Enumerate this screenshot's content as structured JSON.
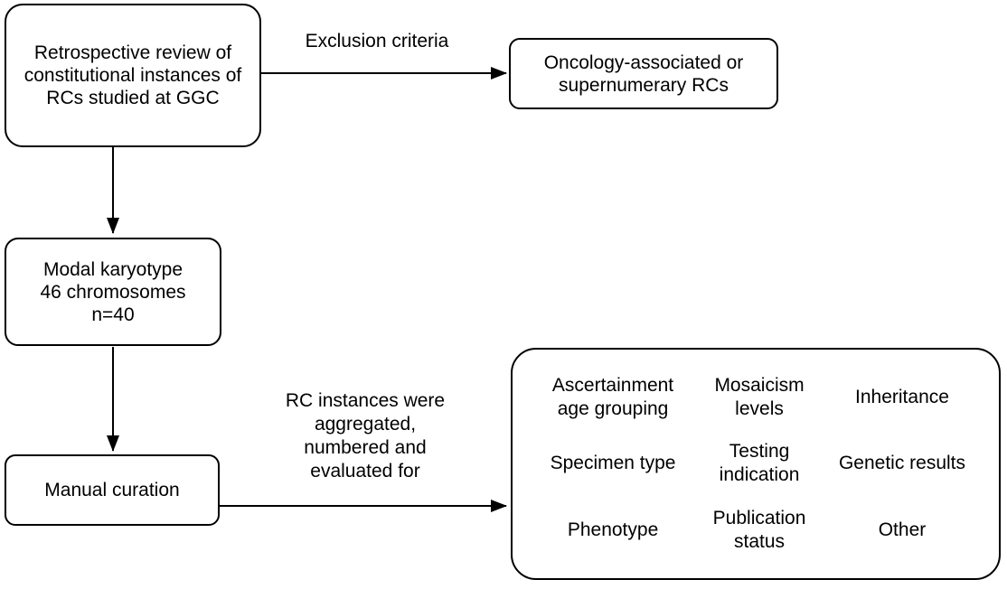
{
  "diagram": {
    "stroke_color": "#000000",
    "background_color": "#ffffff",
    "boxes": {
      "retrospective_review": "Retrospective review of\nconstitutional instances of\nRCs studied at GGC",
      "oncology_excluded": "Oncology-associated or\nsupernumerary RCs",
      "modal_karyotype": "Modal karyotype\n46 chromosomes\nn=40",
      "manual_curation": "Manual curation"
    },
    "arrow_labels": {
      "exclusion": "Exclusion criteria",
      "curation": "RC instances were\naggregated,\nnumbered and\nevaluated for"
    },
    "curation_categories": [
      "Ascertainment\nage grouping",
      "Mosaicism\nlevels",
      "Inheritance",
      "Specimen type",
      "Testing\nindication",
      "Genetic results",
      "Phenotype",
      "Publication\nstatus",
      "Other"
    ]
  }
}
